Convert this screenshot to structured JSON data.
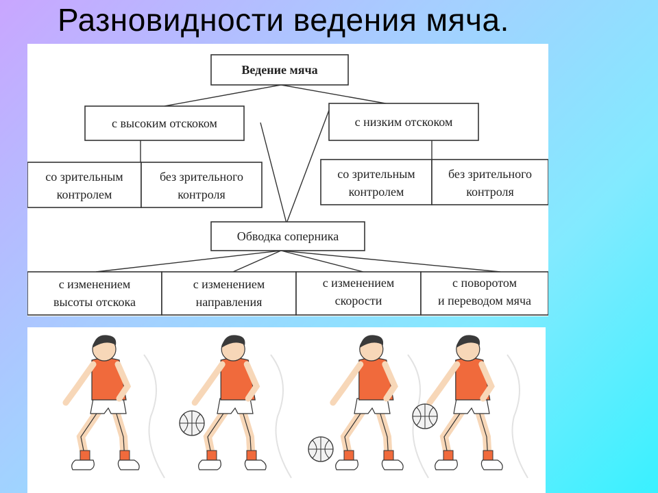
{
  "slide": {
    "title": "Разновидности ведения мяча."
  },
  "diagram": {
    "root": "Ведение мяча",
    "high": "с высоким отскоком",
    "low": "с низким отскоком",
    "high_children": [
      [
        "со зрительным",
        "контролем"
      ],
      [
        "без зрительного",
        "контроля"
      ]
    ],
    "low_children": [
      [
        "со зрительным",
        "контролем"
      ],
      [
        "без зрительного",
        "контроля"
      ]
    ],
    "dribble": "Обводка соперника",
    "dribble_children": [
      [
        "с изменением",
        "высоты отскока"
      ],
      [
        "с изменением",
        "направления"
      ],
      [
        "с изменением",
        "скорости"
      ],
      [
        "с поворотом",
        "и переводом мяча"
      ]
    ]
  },
  "illustration": {
    "figures": 4,
    "colors": {
      "shirt": "#f06a3c",
      "skin": "#f7d7b8",
      "hair": "#3a3a3a",
      "ball": "#f2f2f2"
    }
  }
}
